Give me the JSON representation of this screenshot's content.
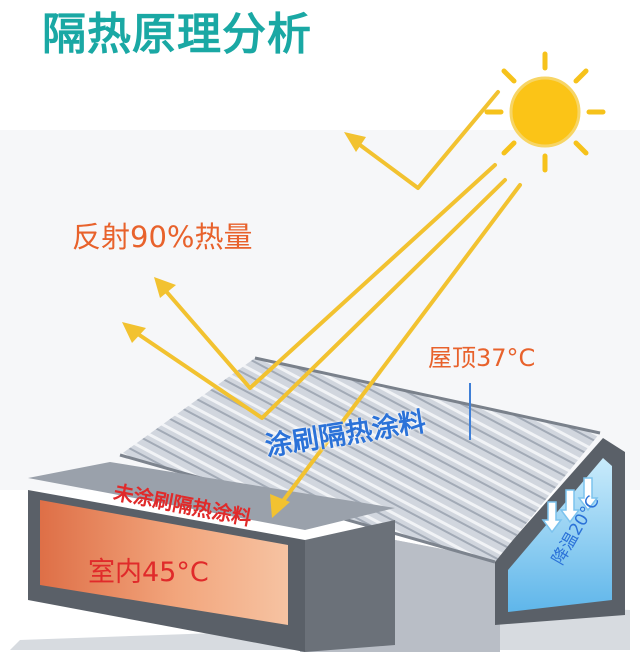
{
  "title": "隔热原理分析",
  "labels": {
    "reflect": "反射90%热量",
    "roof_temp": "屋顶37°C",
    "indoor_temp": "室内45°C",
    "coated": "涂刷隔热涂料",
    "uncoated": "未涂刷隔热涂料",
    "cool_temp": "降温20°C"
  },
  "icons": {
    "sun": "sun-icon",
    "cool_arrows": "down-arrow-icon"
  },
  "colors": {
    "title": "#1aa8a4",
    "ray": "#f2c230",
    "reflect_text": "#e8622c",
    "hot_text": "#e02a2a",
    "cool_text": "#2b72d8",
    "hot_room": "#e8926a",
    "cool_room": "#8ecdf2",
    "roof": "#c7cdd6"
  }
}
